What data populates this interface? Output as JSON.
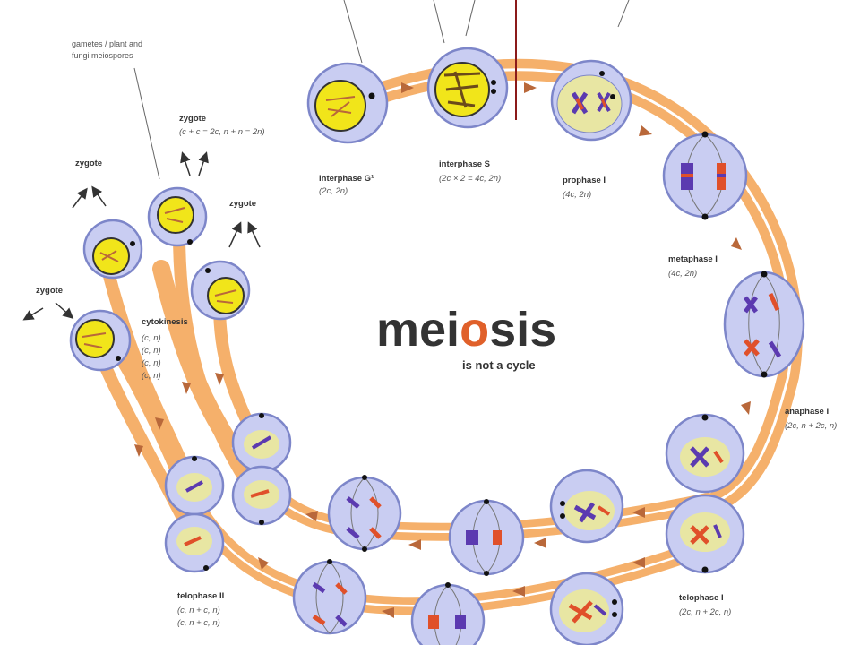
{
  "title": {
    "pre": "mei",
    "o": "o",
    "post": "sis",
    "subtitle": "is not a cycle"
  },
  "note": {
    "line1": "gametes / plant and",
    "line2": "fungi meiospores"
  },
  "stages": {
    "interphase_g1": {
      "label": "interphase G¹",
      "formula": "(2c, 2n)"
    },
    "interphase_s": {
      "label": "interphase S",
      "formula": "(2c × 2 = 4c, 2n)"
    },
    "prophase_1": {
      "label": "prophase I",
      "formula": "(4c, 2n)"
    },
    "metaphase_1": {
      "label": "metaphase I",
      "formula": "(4c, 2n)"
    },
    "anaphase_1": {
      "label": "anaphase I",
      "formula": "(2c, n + 2c, n)"
    },
    "telophase_1": {
      "label": "telophase I",
      "formula": "(2c, n + 2c, n)"
    },
    "telophase_2": {
      "label": "telophase II",
      "formula1": "(c, n + c, n)",
      "formula2": "(c, n + c, n)"
    },
    "cytokinesis": {
      "label": "cytokinesis",
      "lines": [
        "(c, n)",
        "(c, n)",
        "(c, n)",
        "(c, n)"
      ]
    }
  },
  "zygotes": {
    "main": {
      "label": "zygote",
      "formula": "(c + c = 2c, n + n = 2n)"
    },
    "left_top": {
      "label": "zygote"
    },
    "right": {
      "label": "zygote"
    },
    "left": {
      "label": "zygote"
    }
  },
  "colors": {
    "track": "#f5b06b",
    "track_edge": "#ffffff",
    "cell_fill": "#c9cdf2",
    "cell_stroke": "#7d86c9",
    "nucleus": "#e8e6a3",
    "gamete": "#f1e51a",
    "chrom_blue": "#5b3ab0",
    "chrom_red": "#e0502a",
    "arrow": "#b9683a"
  }
}
